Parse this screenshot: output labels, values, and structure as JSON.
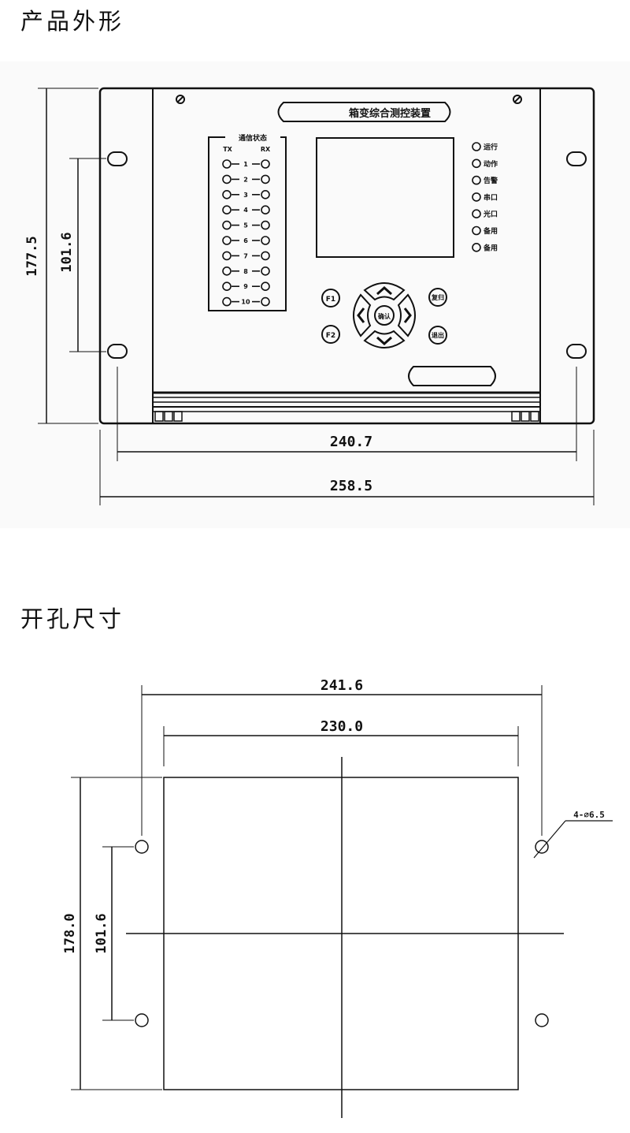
{
  "sections": {
    "outline_title": "产品外形",
    "cutout_title": "开孔尺寸"
  },
  "device": {
    "name": "箱变综合测控装置",
    "comm_panel_title": "通信状态",
    "tx_label": "TX",
    "rx_label": "RX",
    "channels": [
      "1",
      "2",
      "3",
      "4",
      "5",
      "6",
      "7",
      "8",
      "9",
      "10"
    ],
    "indicators": [
      "运行",
      "动作",
      "告警",
      "串口",
      "光口",
      "备用",
      "备用"
    ],
    "keys": {
      "f1": "F1",
      "f2": "F2",
      "confirm": "确认",
      "reset": "复归",
      "exit": "退出"
    }
  },
  "dimensions": {
    "outline_height": "177.5",
    "outline_hole_spacing": "101.6",
    "outline_hole_width": "240.7",
    "outline_total_width": "258.5",
    "cutout_hole_width": "241.6",
    "cutout_width": "230.0",
    "cutout_height": "178.0",
    "cutout_hole_spacing": "101.6",
    "hole_spec": "4-⌀6.5"
  },
  "colors": {
    "line": "#111111",
    "background": "#ffffff",
    "panel_bg": "#fafafa"
  }
}
